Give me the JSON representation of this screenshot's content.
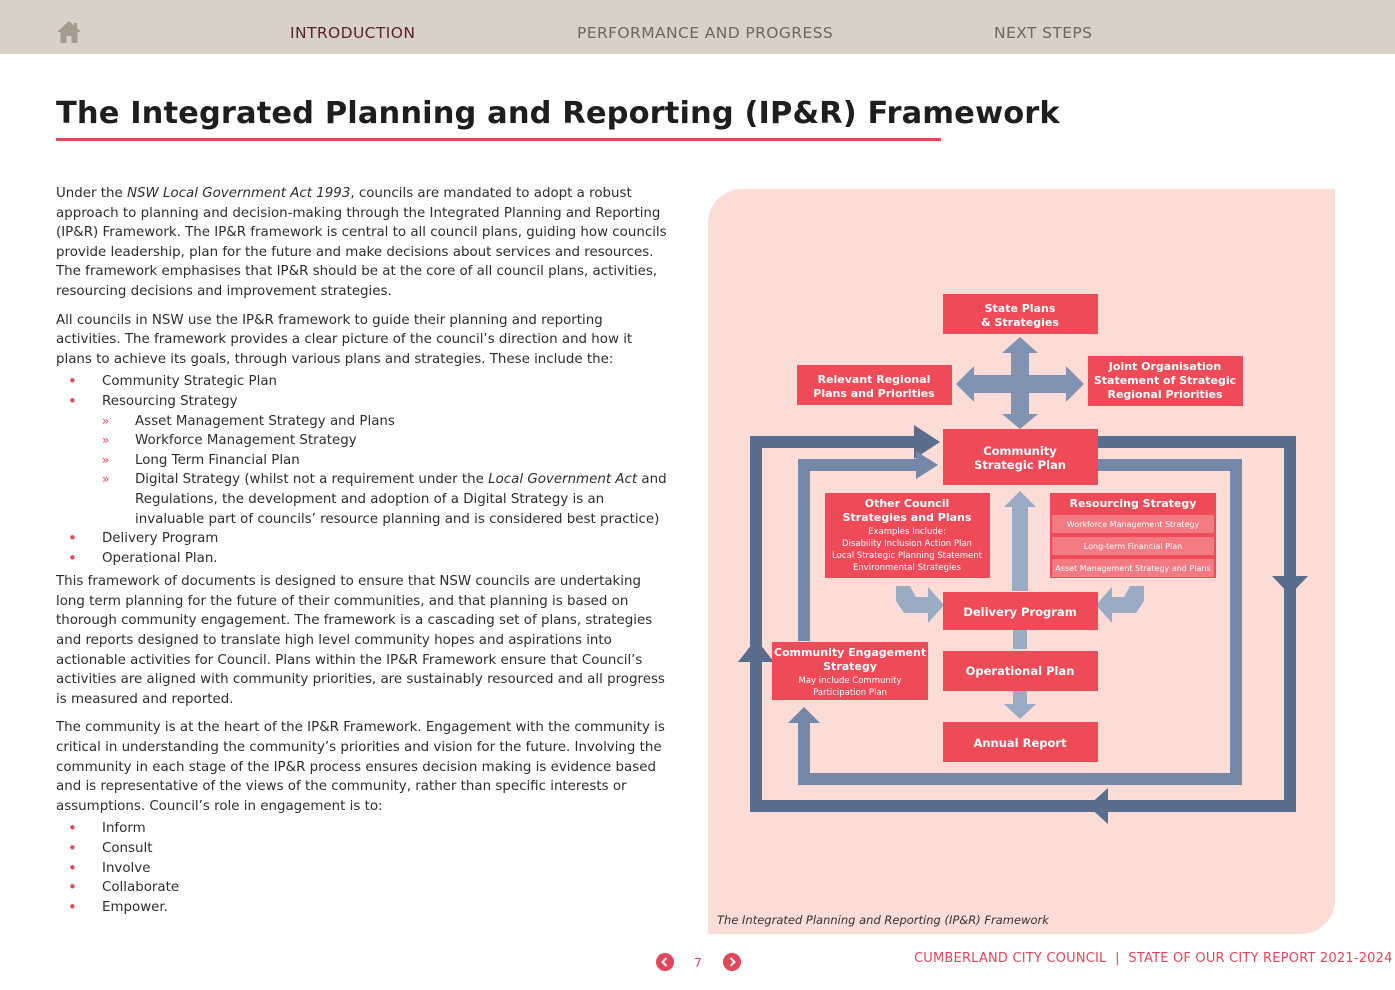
{
  "nav": {
    "items": [
      {
        "label": "INTRODUCTION",
        "active": true
      },
      {
        "label": "PERFORMANCE AND PROGRESS",
        "active": false
      },
      {
        "label": "NEXT STEPS",
        "active": false
      }
    ]
  },
  "page": {
    "title": "The Integrated Planning and Reporting (IP&R) Framework"
  },
  "body": {
    "p1_pre": "Under the ",
    "p1_em": "NSW Local Government Act 1993",
    "p1_post": ", councils are mandated to adopt a robust approach to planning and decision-making through the Integrated Planning and Reporting (IP&R) Framework. The IP&R framework is central to all council plans, guiding how councils provide leadership, plan for the future and make decisions about services and resources. The framework emphasises that IP&R should be at the core of all council plans, activities, resourcing decisions and improvement strategies.",
    "p2": "All councils in NSW use the IP&R framework to guide their planning and reporting activities. The framework provides a clear picture of the council’s direction and how it plans to achieve its goals, through various plans and strategies. These include the:",
    "list1": {
      "csp": "Community Strategic Plan",
      "rs": "Resourcing Strategy",
      "sub": {
        "asset": "Asset Management Strategy and Plans",
        "workforce": "Workforce Management Strategy",
        "ltfp": "Long Term Financial Plan",
        "digital_pre": "Digital Strategy (whilst not a requirement under the ",
        "digital_em": "Local Government Act",
        "digital_post": " and Regulations, the development and adoption of a Digital Strategy is an invaluable part of councils’ resource planning and is considered best practice)"
      },
      "dp": "Delivery Program",
      "op": "Operational Plan."
    },
    "p3": "This framework of documents is designed to ensure that NSW councils are undertaking long term planning for the future of their communities, and that planning is based on thorough community engagement. The framework is a cascading set of plans, strategies and reports designed to translate high level community hopes and aspirations into actionable activities for Council. Plans within the IP&R Framework ensure that Council’s activities are aligned with community priorities, are sustainably resourced and all progress is measured and reported.",
    "p4": "The community is at the heart of the IP&R Framework. Engagement with the community is critical in understanding the community’s priorities and vision for the future. Involving the community in each stage of the IP&R process ensures decision making is evidence based and is representative of the views of the community, rather than specific interests or assumptions. Council’s role in engagement is to:",
    "list2": [
      "Inform",
      "Consult",
      "Involve",
      "Collaborate",
      "Empower."
    ]
  },
  "diagram": {
    "state": [
      "State Plans",
      "& Strategies"
    ],
    "regional": [
      "Relevant Regional",
      "Plans and Priorities"
    ],
    "joint": [
      "Joint Organisation",
      "Statement of Strategic",
      "Regional Priorities"
    ],
    "csp": [
      "Community",
      "Strategic Plan"
    ],
    "other": {
      "title": [
        "Other Council",
        "Strategies and Plans"
      ],
      "lines": [
        "Examples Include:",
        "Disability Inclusion Action Plan",
        "Local Strategic Planning Statement",
        "Environmental Strategies"
      ]
    },
    "resourcing": {
      "title": "Resourcing Strategy",
      "rows": [
        "Workforce Management Strategy",
        "Long-term Financial Plan",
        "Asset Management Strategy and Plans"
      ]
    },
    "delivery": "Delivery Program",
    "engagement": {
      "title": [
        "Community Engagement",
        "Strategy"
      ],
      "lines": [
        "May include Community",
        "Participation Plan"
      ]
    },
    "operational": "Operational Plan",
    "annual": "Annual Report",
    "caption": "The Integrated Planning and Reporting (IP&R) Framework"
  },
  "footer": {
    "page_number": "7",
    "text": "CUMBERLAND CITY COUNCIL  |  STATE OF OUR CITY REPORT 2021-2024"
  },
  "colors": {
    "accent": "#e2465a",
    "box": "#ee4a58",
    "arrow_dark": "#5a6d8c",
    "arrow_light": "#9aabc4",
    "panel": "#fcdcd6",
    "nav": "#d9d1c6"
  },
  "icons": [
    "home-icon",
    "chevron-left-icon",
    "chevron-right-icon"
  ]
}
